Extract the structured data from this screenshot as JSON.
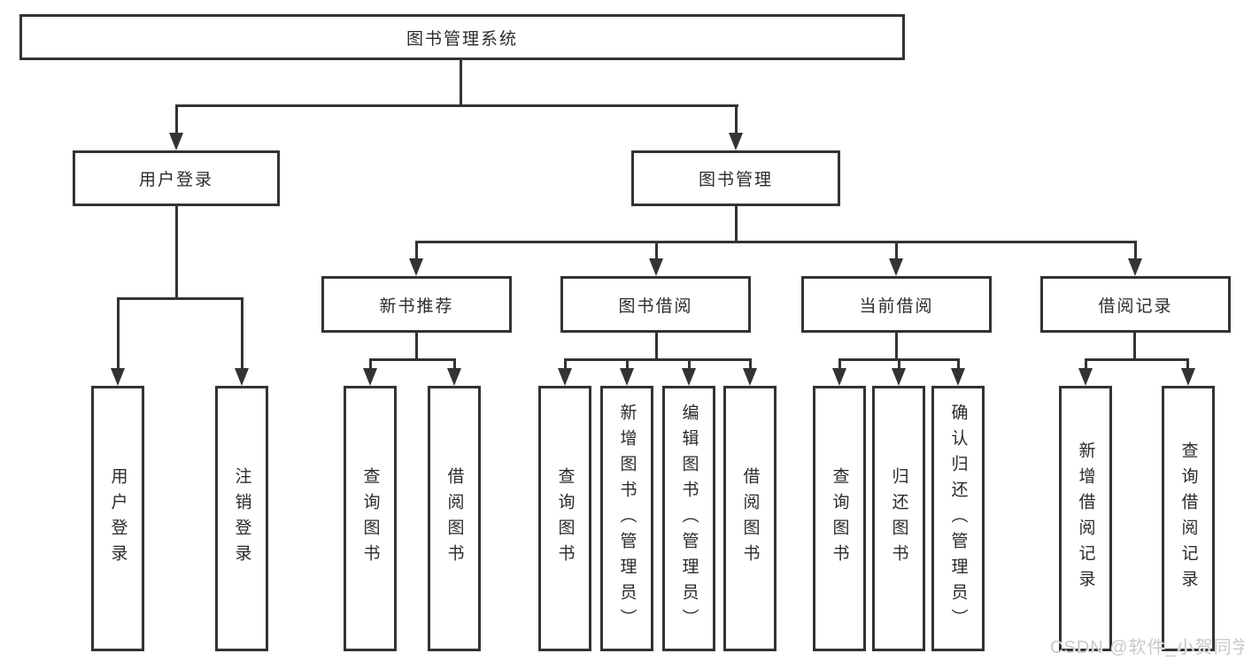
{
  "tree": {
    "label": "图书管理系统",
    "children": [
      {
        "label": "用户登录",
        "children": [
          {
            "label": "用户登录"
          },
          {
            "label": "注销登录"
          }
        ]
      },
      {
        "label": "图书管理",
        "children": [
          {
            "label": "新书推荐",
            "children": [
              {
                "label": "查询图书"
              },
              {
                "label": "借阅图书"
              }
            ]
          },
          {
            "label": "图书借阅",
            "children": [
              {
                "label": "查询图书"
              },
              {
                "label": "新增图书（管理员）"
              },
              {
                "label": "编辑图书（管理员）"
              },
              {
                "label": "借阅图书"
              }
            ]
          },
          {
            "label": "当前借阅",
            "children": [
              {
                "label": "查询图书"
              },
              {
                "label": "归还图书"
              },
              {
                "label": "确认归还（管理员）"
              }
            ]
          },
          {
            "label": "借阅记录",
            "children": [
              {
                "label": "新增借阅记录"
              },
              {
                "label": "查询借阅记录"
              }
            ]
          }
        ]
      }
    ]
  },
  "watermark": "CSDN @软件_小贺同学",
  "colors": {
    "line": "#333333",
    "text": "#2b2b2b",
    "background": "#ffffff",
    "watermark": "#c9c9c9"
  }
}
